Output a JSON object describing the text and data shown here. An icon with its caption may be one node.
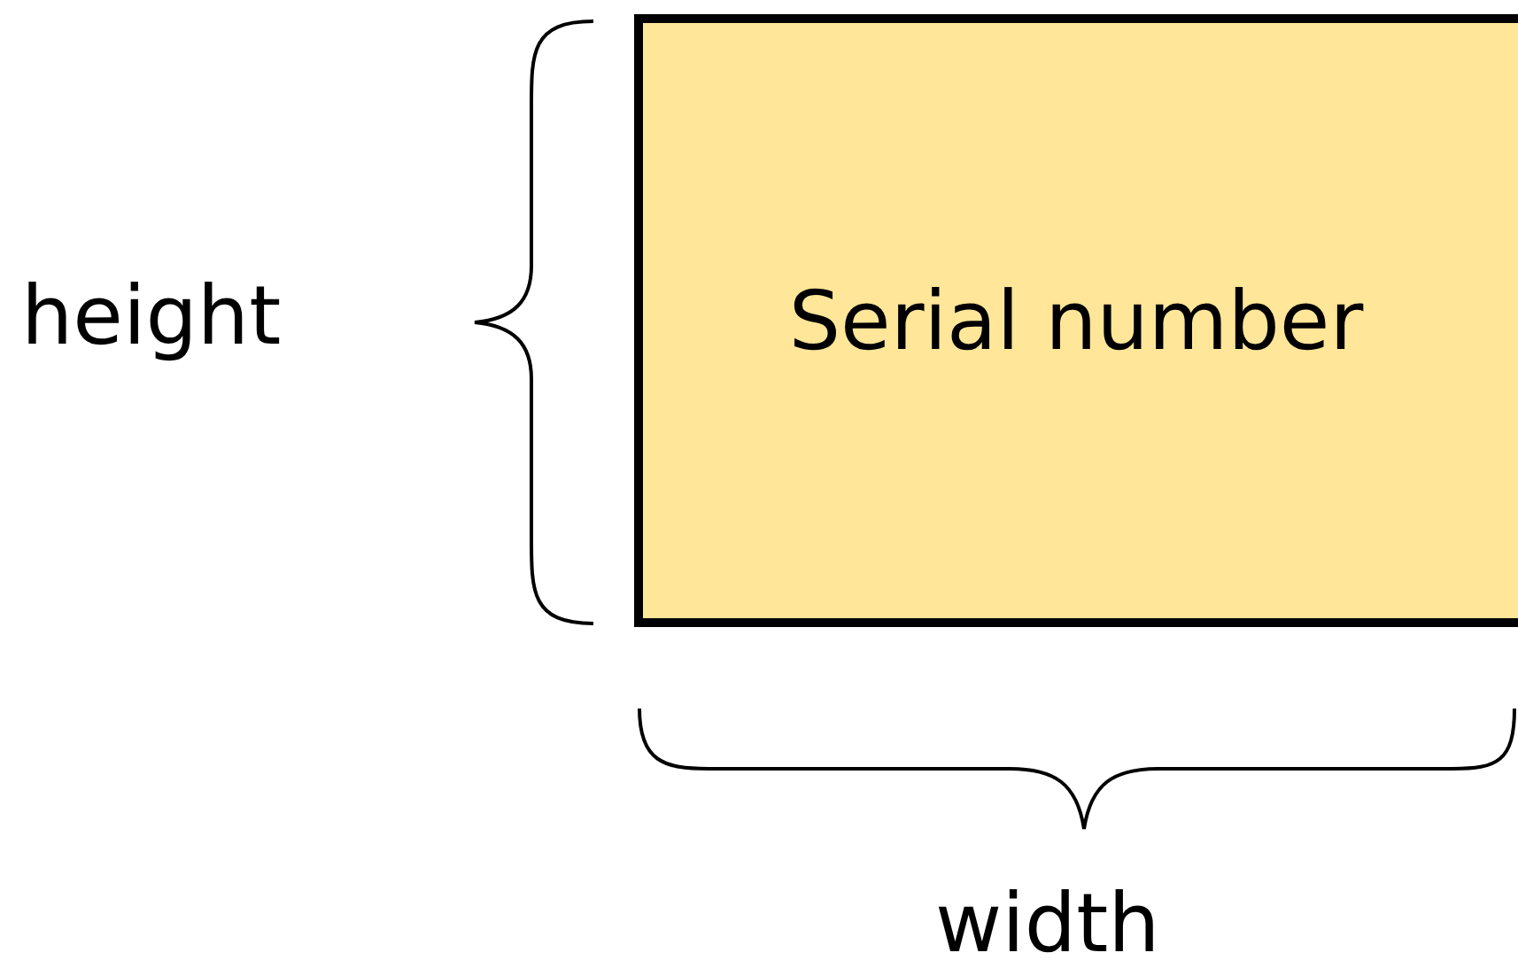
{
  "diagram": {
    "nodes": [
      {
        "text": [
          "Serial number"
        ]
      }
    ],
    "labels": [
      "height",
      "width"
    ]
  }
}
